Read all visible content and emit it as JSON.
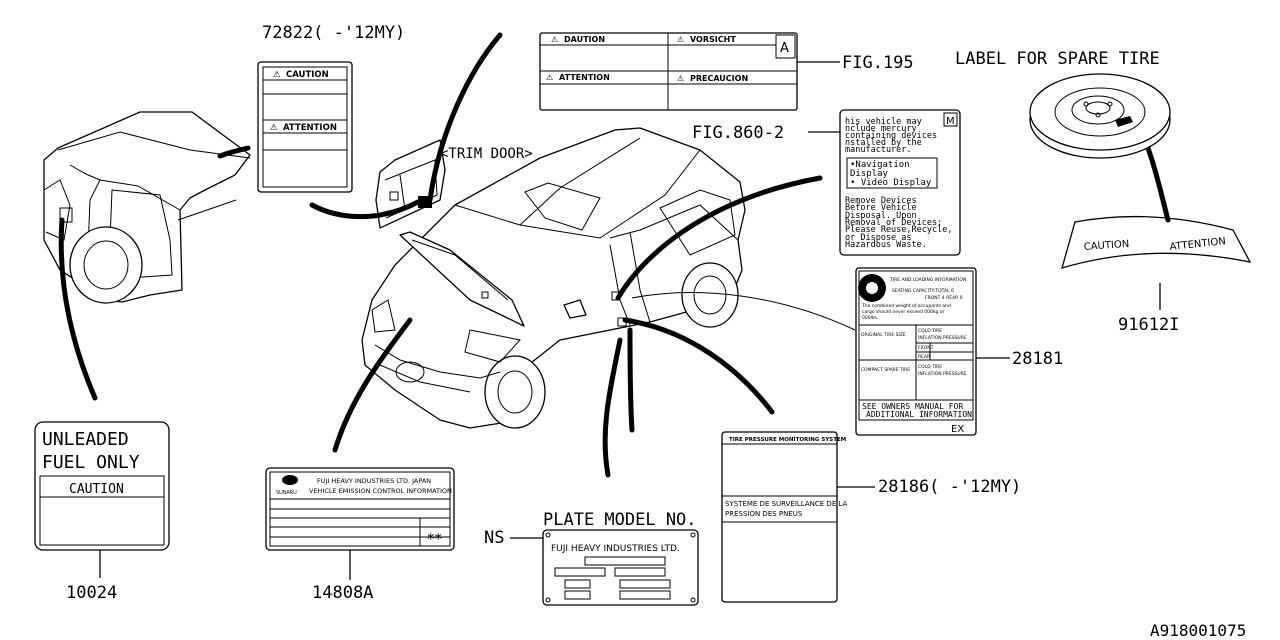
{
  "diagram_id": "A918001075",
  "callouts": {
    "c72822": "72822(  -'12MY)",
    "trim_door": "<TRIM DOOR>",
    "fig195": "FIG.195",
    "fig860": "FIG.860-2",
    "spare_title": "LABEL FOR SPARE TIRE",
    "c91612i": "91612I",
    "c28181": "28181",
    "c28186": "28186(  -'12MY)",
    "plate_title": "PLATE MODEL NO.",
    "ns": "NS",
    "c14808a": "14808A",
    "c10024": "10024"
  },
  "label_72822": {
    "caution": "CAUTION",
    "attention": "ATTENTION"
  },
  "label_fig195": {
    "caution": "DAUTION",
    "vorsicht": "VORSICHT",
    "attention": "ATTENTION",
    "precaucion": "PRECAUCION",
    "badge": "A"
  },
  "label_mercury": {
    "badge": "M",
    "intro": [
      "his vehicle may",
      "nclude mercury",
      "containing devices",
      "nstalled by the",
      "manufacturer."
    ],
    "devices": [
      "•Navigation",
      " Display",
      "• Video Display"
    ],
    "outro": [
      "Remove Devices",
      "Before Vehicle",
      "Disposal. Upon",
      "Removal of Devices:",
      "Please Reuse,Recycle,",
      "or Dispose as",
      "Hazardous Waste."
    ]
  },
  "label_spare": {
    "caution": "CAUTION",
    "attention": "ATTENTION"
  },
  "label_28181": {
    "title": "TIRE AND LOADING INFORMATION",
    "seating": "SEATING CAPACITY:TOTAL 6",
    "seating_front": "FRONT 4 REAR 0",
    "combined": "The combined weight of occupants and",
    "combined2": "cargo should never exceed 000kg or",
    "combined3": "000lbs.",
    "original": "ORIGINAL TIRE SIZE",
    "cold1": "COLD TIRE",
    "inflation1": "INFLATION PRESSURE",
    "front": "FRONT",
    "rear": "REAR",
    "compact": "COMPACT SPARE TIRE",
    "cold2": "COLD TIRE",
    "inflation2": "INFLATION PRESSURE",
    "see1": "SEE OWNERS MANUAL FOR",
    "see2": "ADDITIONAL INFORMATION",
    "badge": "EX"
  },
  "label_28186": {
    "en": "TIRE PRESSURE MONITORING SYSTEM",
    "fr1": "SYSTEME DE SURVEILLANCE DE LA",
    "fr2": "PRESSION DES PNEUS"
  },
  "label_10024": {
    "line1": "UNLEADED",
    "line2": "FUEL ONLY",
    "caution": "CAUTION"
  },
  "label_14808a": {
    "maker": "FUJI HEAVY INDUSTRIES LTD. JAPAN",
    "brand": "SUBARU",
    "title": "VEHICLE EMISSION CONTROL INFORMATION",
    "stars": "**"
  },
  "plate_model": {
    "maker": "FUJI HEAVY INDUSTRIES LTD."
  }
}
